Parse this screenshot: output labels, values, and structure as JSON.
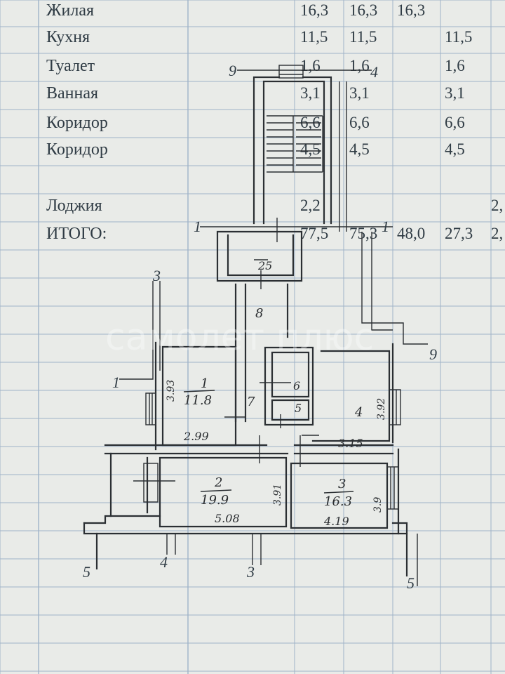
{
  "table": {
    "rows": [
      {
        "label": "Жилая",
        "c1": "16,3",
        "c2": "16,3",
        "c3": "16,3",
        "c4": "",
        "c5": ""
      },
      {
        "label": "Кухня",
        "c1": "11,5",
        "c2": "11,5",
        "c3": "",
        "c4": "11,5",
        "c5": ""
      },
      {
        "label": "Туалет",
        "c1": "1,6",
        "c2": "1,6",
        "c3": "",
        "c4": "1,6",
        "c5": ""
      },
      {
        "label": "Ванная",
        "c1": "3,1",
        "c2": "3,1",
        "c3": "",
        "c4": "3,1",
        "c5": ""
      },
      {
        "label": "Коридор",
        "c1": "6,6",
        "c2": "6,6",
        "c3": "",
        "c4": "6,6",
        "c5": ""
      },
      {
        "label": "Коридор",
        "c1": "4,5",
        "c2": "4,5",
        "c3": "",
        "c4": "4,5",
        "c5": ""
      },
      {
        "label": "",
        "c1": "",
        "c2": "",
        "c3": "",
        "c4": "",
        "c5": ""
      },
      {
        "label": "Лоджия",
        "c1": "2,2",
        "c2": "",
        "c3": "",
        "c4": "",
        "c5": "2,"
      },
      {
        "label": "ИТОГО:",
        "c1": "77,5",
        "c2": "75,3",
        "c3": "48,0",
        "c4": "27,3",
        "c5": "2,"
      }
    ]
  },
  "plan": {
    "rooms": {
      "r1": {
        "num": "1",
        "area": "11.8",
        "dim_h": "3.93",
        "dim_w": "2.99"
      },
      "r2": {
        "num": "2",
        "area": "19.9",
        "dim_h": "3.91",
        "dim_w": "5.08"
      },
      "r3": {
        "num": "3",
        "area": "16.3",
        "dim_h": "3.9",
        "dim_w": "4.19"
      },
      "r4": {
        "num": "4",
        "dim_h": "3.92",
        "dim_w": "3.15"
      },
      "r5": {
        "num": "5"
      },
      "r6": {
        "num": "6"
      },
      "r7": {
        "num": "7"
      },
      "r8": {
        "num": "8"
      },
      "r25": {
        "num": "25"
      }
    },
    "axes": {
      "a1": "1",
      "a3": "3",
      "a4": "4",
      "a5": "5",
      "a9_top": "9",
      "a9_right": "9",
      "a9_bottom": "9",
      "ar_left": "3",
      "ar_right": "4"
    }
  },
  "watermark": "самолет плюс",
  "colors": {
    "paper": "#e9ebe8",
    "grid": "#9fb3c8",
    "ink": "#2b2f33",
    "text": "#2f3b44"
  }
}
